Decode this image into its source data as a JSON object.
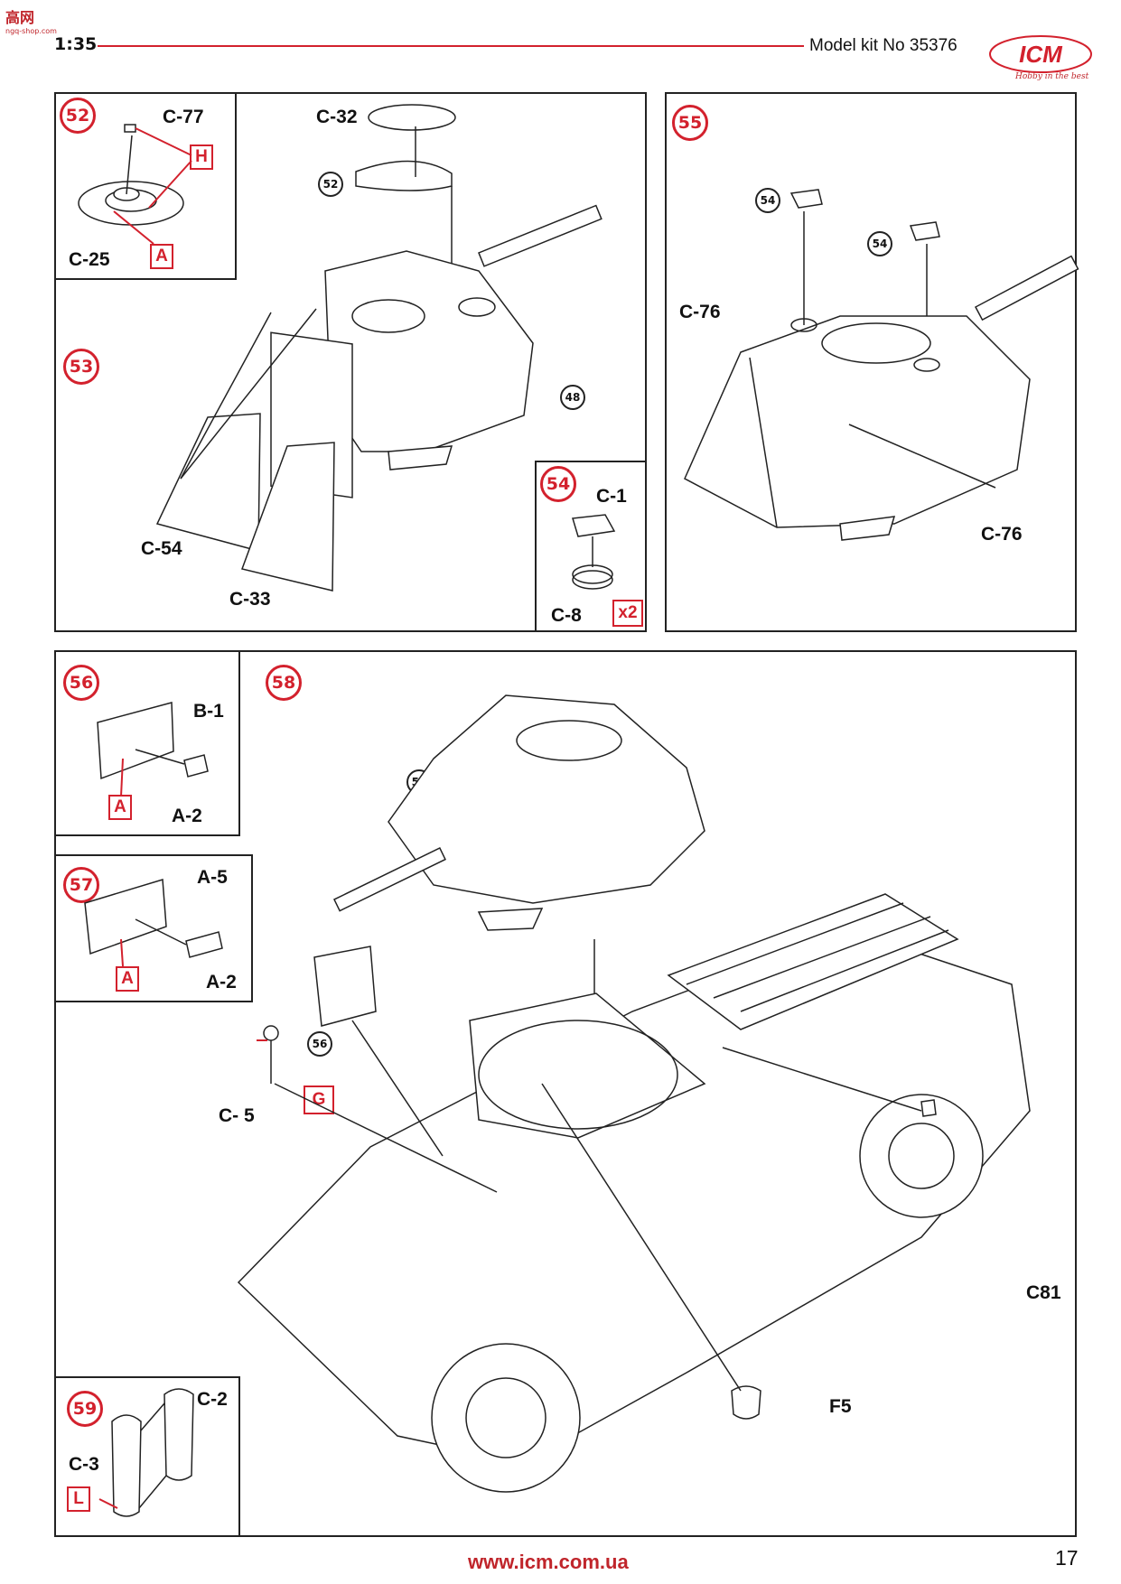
{
  "header": {
    "watermark": "高网",
    "watermark_sub": "ngq-shop.com",
    "scale": "1:35",
    "kit_number": "Model kit No 35376",
    "brand_tagline": "Hobby in the best"
  },
  "steps": {
    "s52": {
      "num": "52",
      "parts": [
        "C-77",
        "C-25"
      ],
      "markers": [
        "H",
        "A"
      ]
    },
    "s53": {
      "num": "53",
      "parts": [
        "C-32",
        "C-54",
        "C-33"
      ],
      "refs": [
        "52",
        "48"
      ]
    },
    "s54": {
      "num": "54",
      "parts": [
        "C-1",
        "C-8"
      ],
      "multiplier": "x2"
    },
    "s55": {
      "num": "55",
      "parts": [
        "C-76",
        "C-76"
      ],
      "refs": [
        "54",
        "54"
      ]
    },
    "s56": {
      "num": "56",
      "parts": [
        "B-1",
        "A-2"
      ],
      "markers": [
        "A"
      ]
    },
    "s57": {
      "num": "57",
      "parts": [
        "A-5",
        "A-2"
      ],
      "markers": [
        "A"
      ]
    },
    "s58": {
      "num": "58",
      "parts": [
        "C- 5",
        "C81",
        "F5"
      ],
      "markers": [
        "G"
      ],
      "refs": [
        "55",
        "56"
      ]
    },
    "s59": {
      "num": "59",
      "parts": [
        "C-2",
        "C-3"
      ],
      "markers": [
        "L"
      ]
    }
  },
  "footer": {
    "url": "www.icm.com.ua",
    "page": "17"
  },
  "colors": {
    "accent": "#d3212d",
    "ink": "#222222"
  }
}
